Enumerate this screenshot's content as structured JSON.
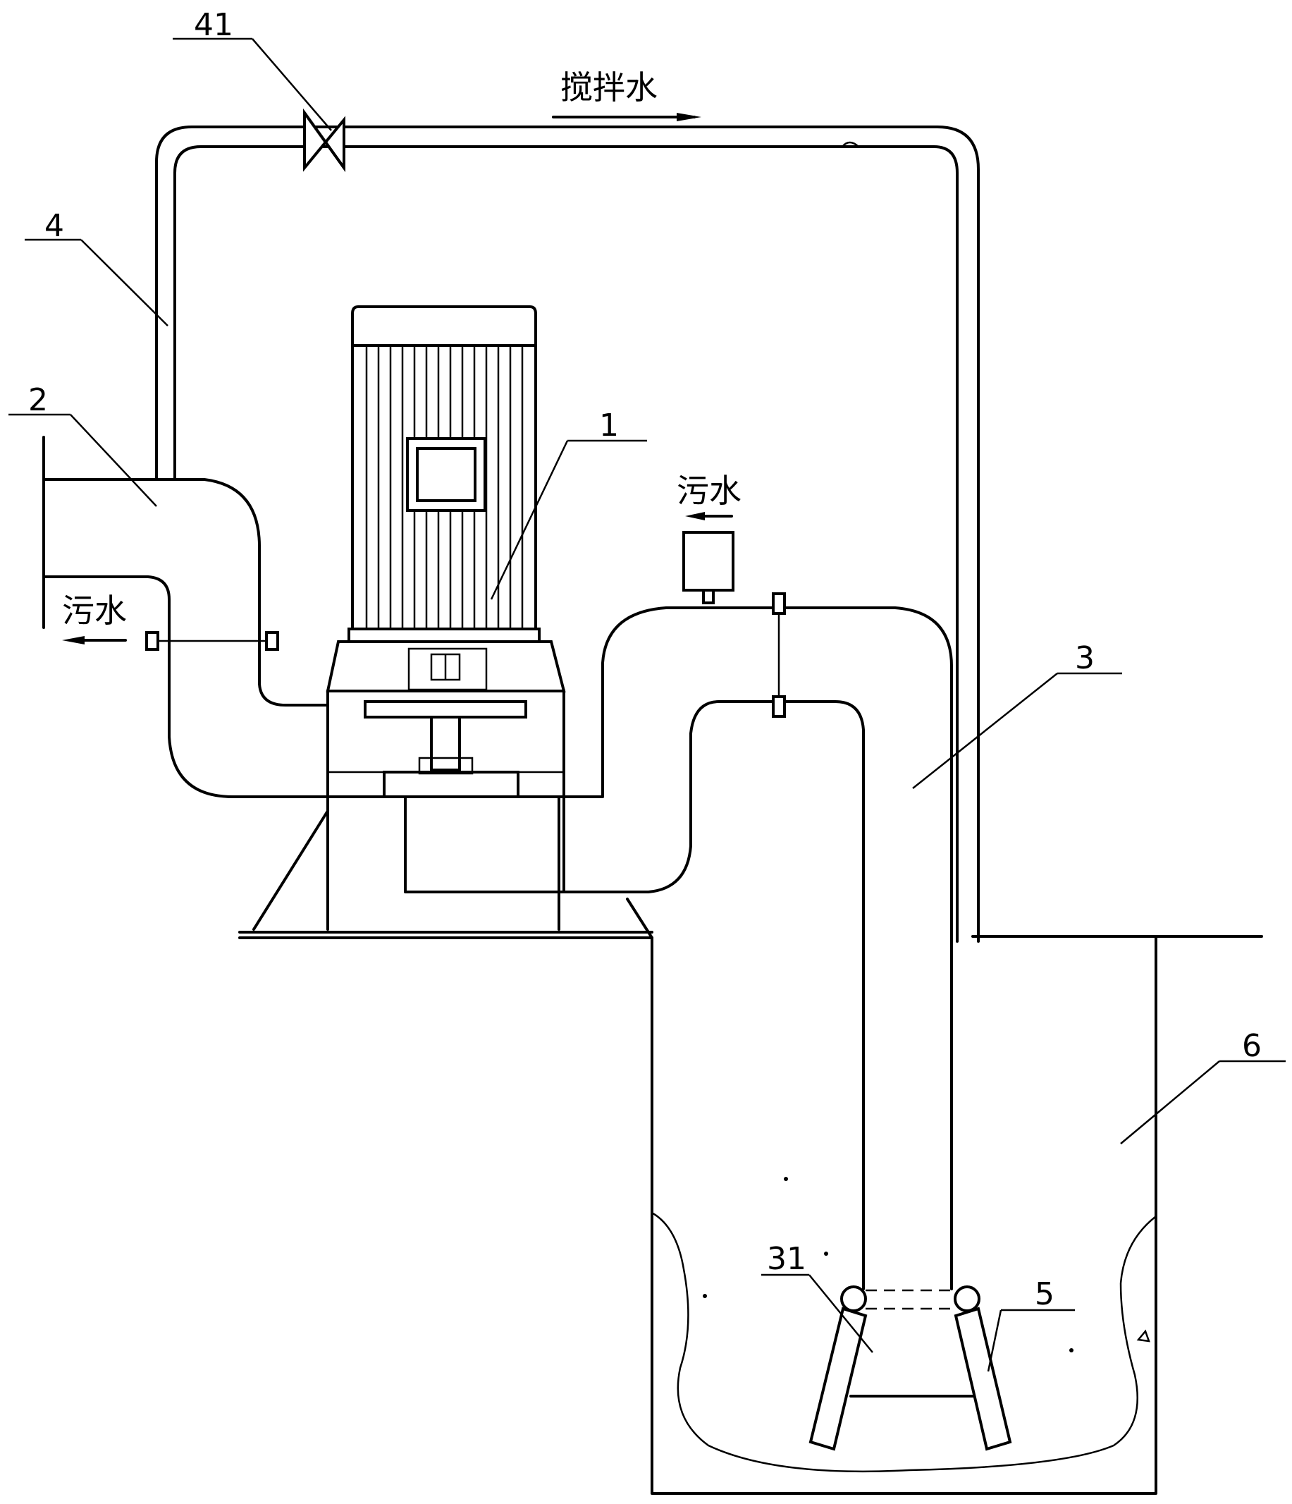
{
  "labels": {
    "valve": "41",
    "stir_pipe": "4",
    "outlet_pipe": "2",
    "pump": "1",
    "inlet_pipe": "3",
    "inlet_nozzle": "31",
    "stir_nozzle": "5",
    "sump": "6"
  },
  "flows": {
    "stirring_water": "搅拌水",
    "sewage_in": "污水",
    "sewage_out": "污水"
  },
  "colors": {
    "line": "#000000",
    "background": "#ffffff"
  }
}
